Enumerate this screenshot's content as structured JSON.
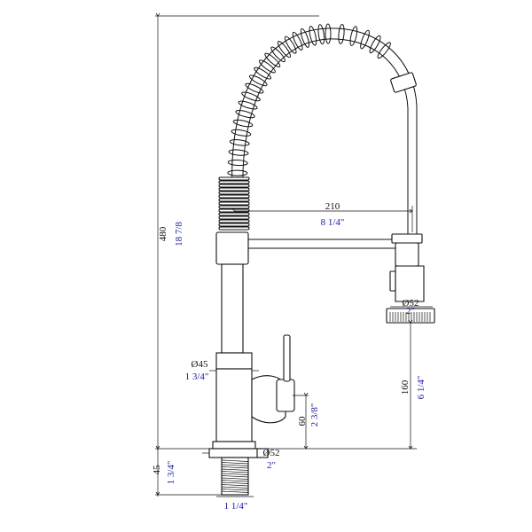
{
  "dimensions": {
    "total_height_mm": "480",
    "total_height_in": "18 7/8",
    "reach_mm": "210",
    "reach_in": "8 1/4\"",
    "spray_head_diameter_mm": "Ø52",
    "spray_head_diameter_in": "2\"",
    "spout_height_mm": "160",
    "spout_height_in": "6 1/4\"",
    "body_diameter_mm": "Ø45",
    "body_diameter_in": "1 3/4\"",
    "handle_height_mm": "60",
    "handle_height_in": "2 3/8\"",
    "base_diameter_mm": "Ø52",
    "base_diameter_in": "2\"",
    "shank_length_mm": "45",
    "shank_length_in": "1 3/4\"",
    "shank_thread_in": "1 1/4\""
  },
  "colors": {
    "line": "#111111",
    "imperial_text": "#1a1aa6",
    "metric_text": "#111111"
  }
}
